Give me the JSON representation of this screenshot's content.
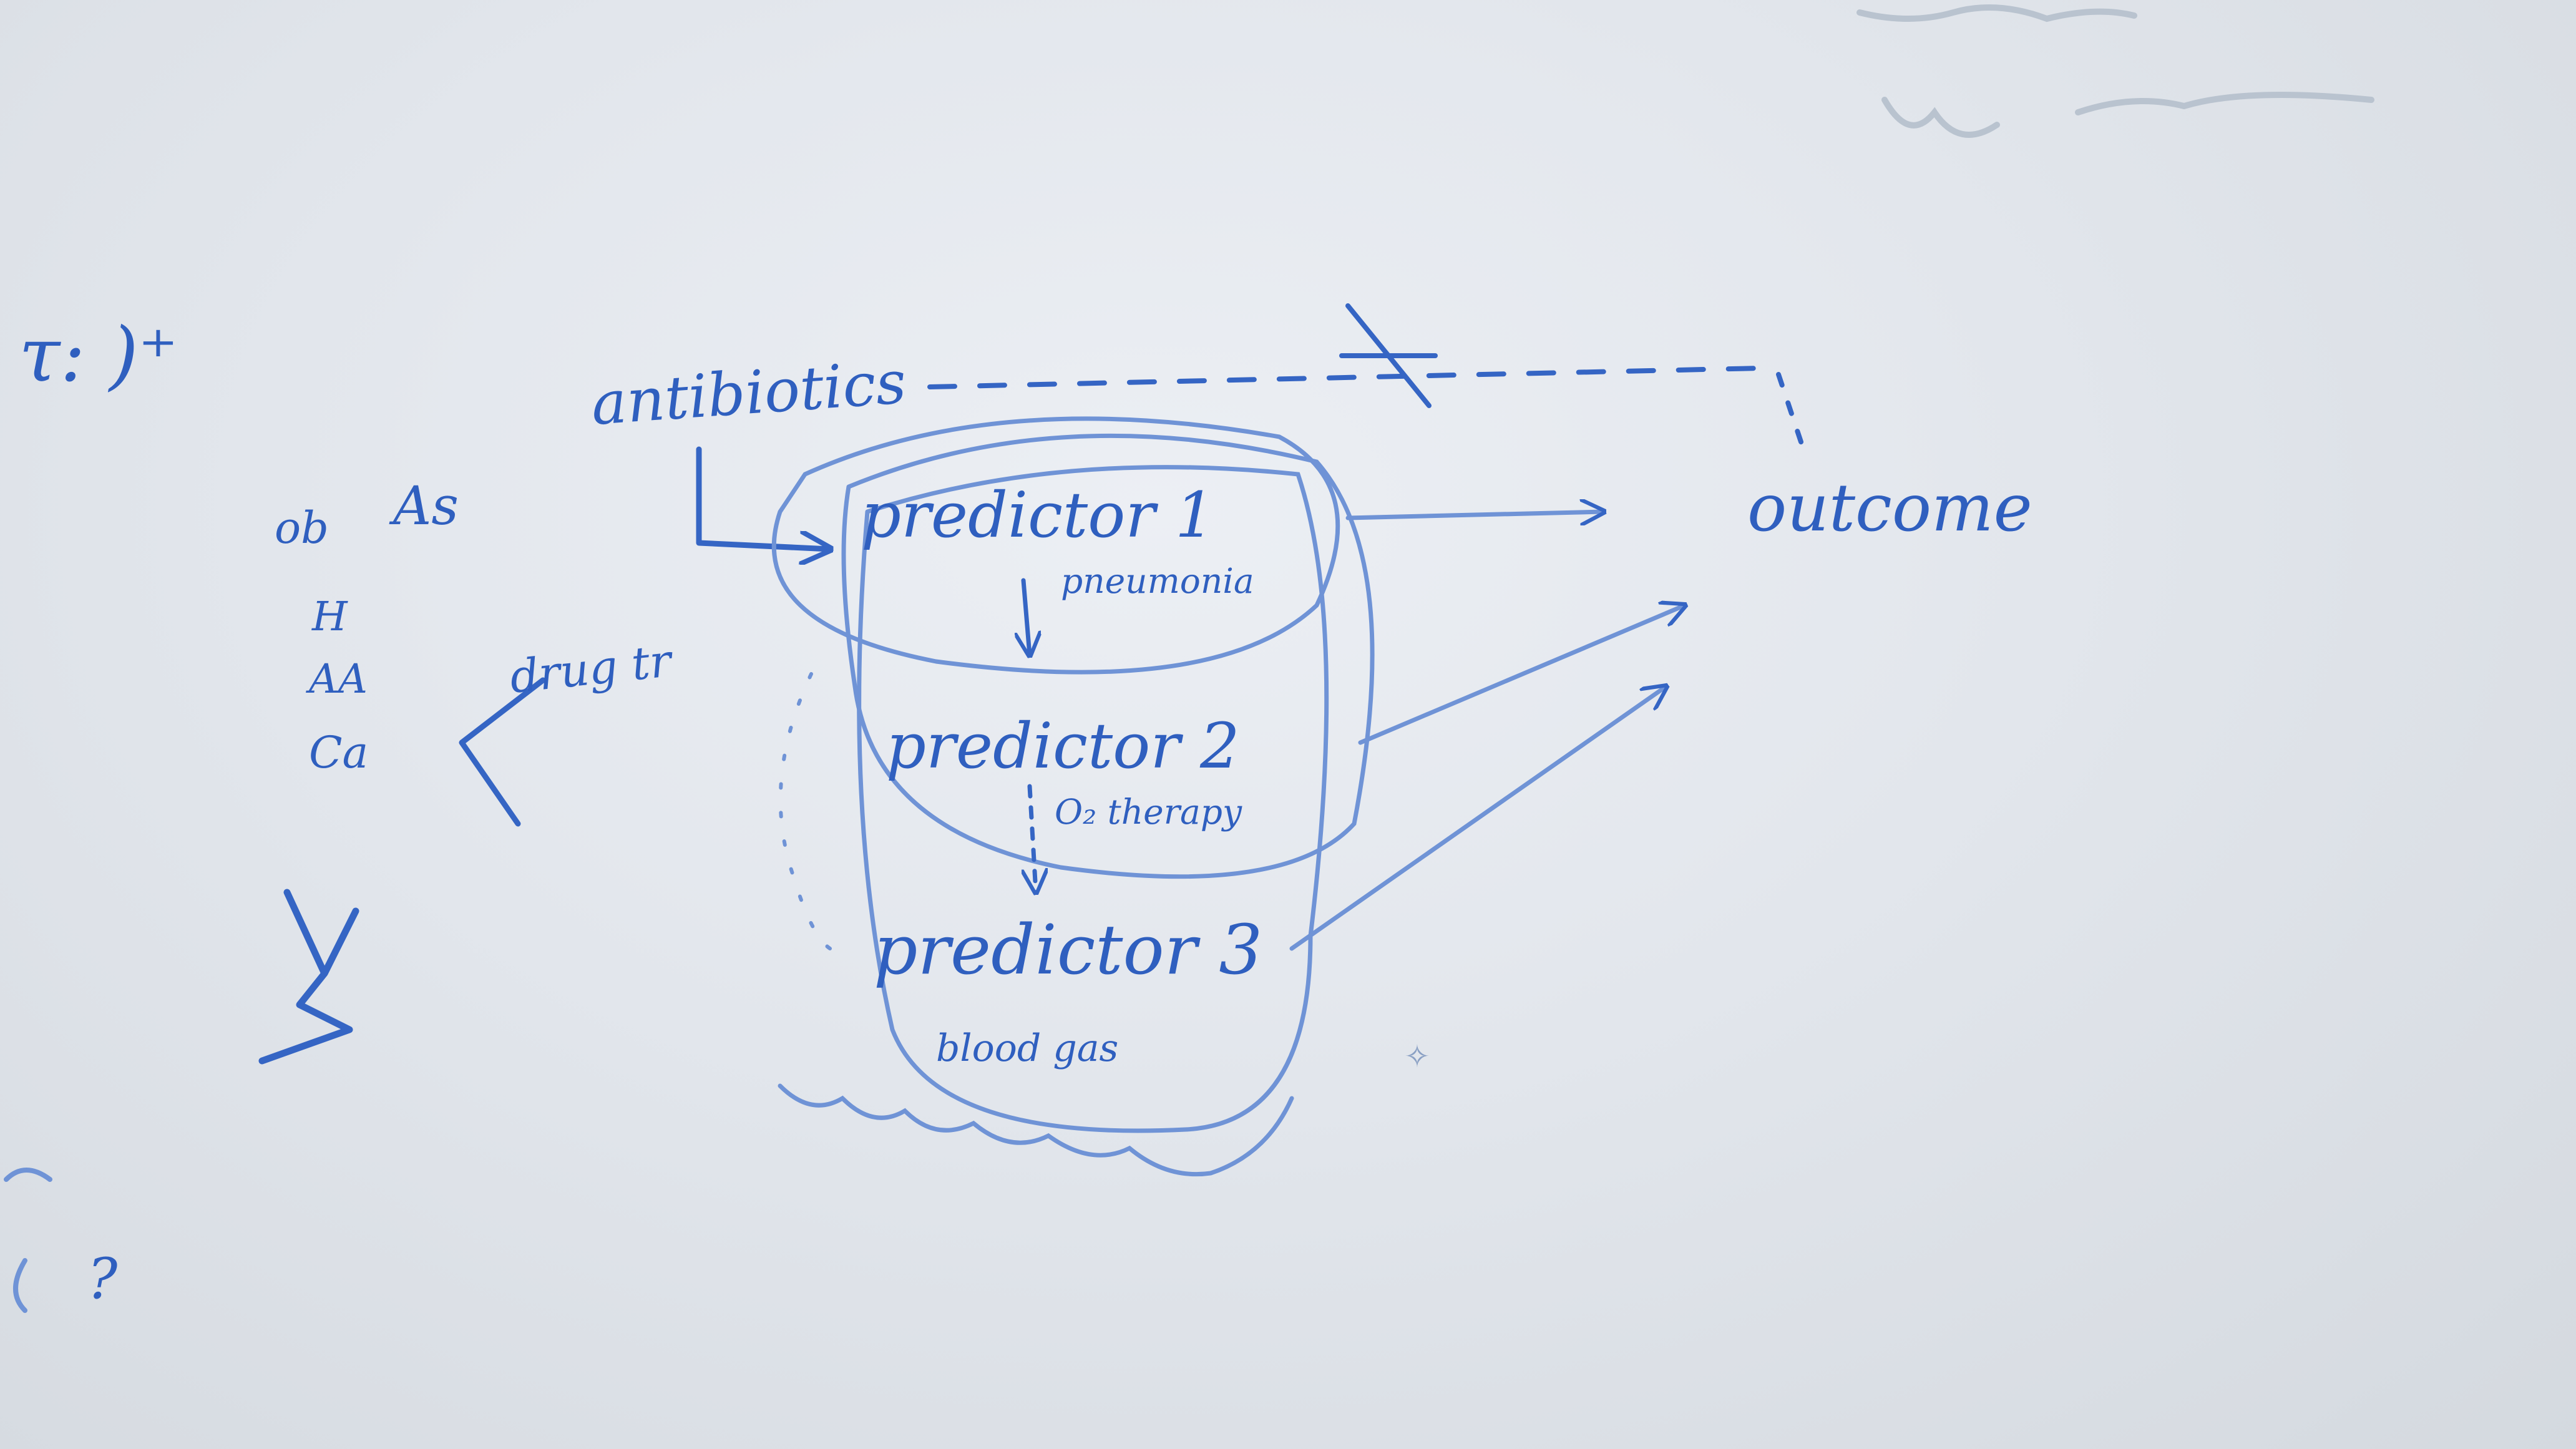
{
  "scene": {
    "description_label": "whiteboard"
  },
  "whiteboard": {
    "ink_color": "#3565c4",
    "faint_ink_color": "#6f93d6",
    "background_color": "#e6e9ee",
    "labels": {
      "left_formula": "τ: )⁺",
      "ob": "ob",
      "as": "As",
      "h": "H",
      "aa": "AA",
      "ca": "Ca",
      "drug_tr": "drug tr",
      "antibiotics": "antibiotics",
      "predictor1": "predictor 1",
      "pneumonia": "pneumonia",
      "predictor2": "predictor 2",
      "o2_therapy": "O₂ therapy",
      "predictor3": "predictor 3",
      "blood_gas": "blood gas",
      "outcome": "outcome",
      "question": "?"
    }
  }
}
